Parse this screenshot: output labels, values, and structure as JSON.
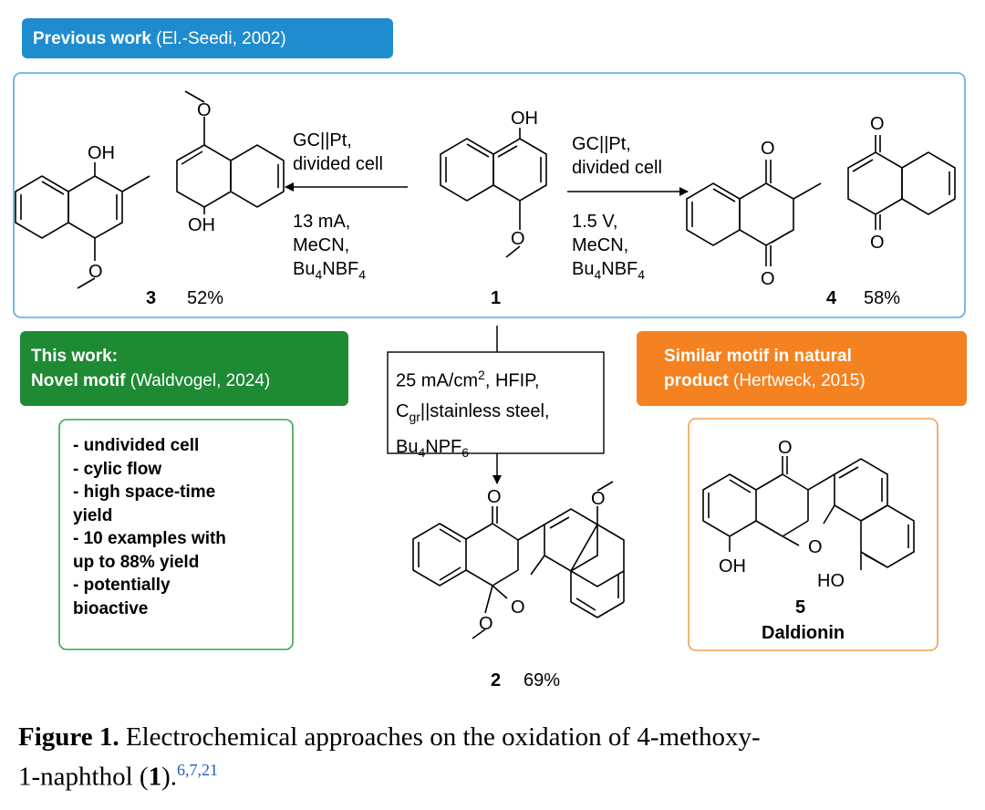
{
  "banners": {
    "previous_bold": "Previous work",
    "previous_ref": " (El.-Seedi, 2002)",
    "this_line1": "This work:",
    "this_line2_bold": "Novel motif",
    "this_line2_ref": " (Waldvogel, 2024)",
    "similar_line1": "Similar motif in natural",
    "similar_line2_bold": "product",
    "similar_line2_ref": " (Hertweck, 2015)"
  },
  "colors": {
    "previous": "#1f8ccf",
    "this_work": "#1e8a34",
    "similar": "#f58220",
    "box_blue": "#5aa7dc",
    "box_green": "#3aa34c",
    "box_orange": "#f0a050",
    "ref_blue": "#1f5fb4"
  },
  "left_conditions": {
    "line1": "GC||Pt,",
    "line2": "divided cell",
    "line3": "13 mA,",
    "line4": "MeCN,",
    "line5_pre": "Bu",
    "line5_sub1": "4",
    "line5_mid": "NBF",
    "line5_sub2": "4"
  },
  "right_conditions": {
    "line1": "GC||Pt,",
    "line2": "divided cell",
    "line3": "1.5 V,",
    "line4": "MeCN,",
    "line5_pre": "Bu",
    "line5_sub1": "4",
    "line5_mid": "NBF",
    "line5_sub2": "4"
  },
  "center_conditions": {
    "line1_pre": "25 mA/cm",
    "line1_sup": "2",
    "line1_post": ", HFIP,",
    "line2_pre": "C",
    "line2_sub": "gr",
    "line2_post": "||stainless steel,",
    "line3_pre": "Bu",
    "line3_sub1": "4",
    "line3_mid": "NPF",
    "line3_sub2": "6"
  },
  "compounds": {
    "c1": "1",
    "c2": "2",
    "c2_yield": "69%",
    "c3": "3",
    "c3_yield": "52%",
    "c4": "4",
    "c4_yield": "58%",
    "c5": "5",
    "c5_name": "Daldionin"
  },
  "atom_labels": {
    "oh": "OH",
    "ho": "HO",
    "o": "O"
  },
  "features": [
    "- undivided cell",
    "- cylic flow",
    "- high space-time",
    "yield",
    "- 10 examples with",
    "up to 88% yield",
    "- potentially",
    "bioactive"
  ],
  "caption": {
    "label": "Figure 1.",
    "text1": " Electrochemical approaches on the oxidation of 4-methoxy-",
    "text2_pre": "1-naphthol (",
    "text2_bold": "1",
    "text2_post": ").",
    "refs": "6,7,21"
  }
}
